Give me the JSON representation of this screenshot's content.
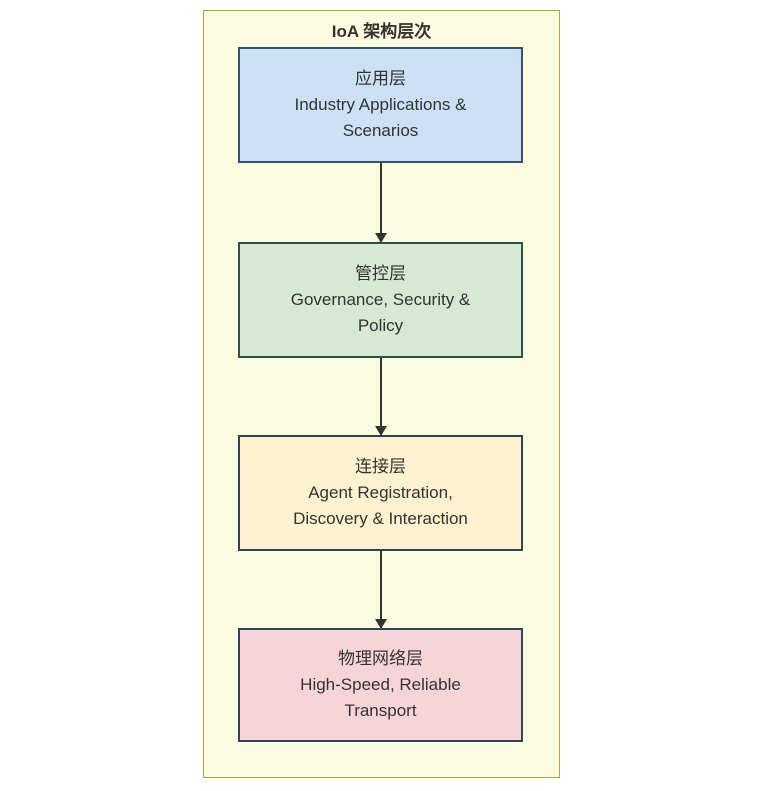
{
  "diagram": {
    "title": "IoA 架构层次",
    "container": {
      "fill": "#fbfbdf",
      "border_color": "#a9a93a"
    },
    "text_color": "#333333",
    "arrow_color": "#333333",
    "layers": [
      {
        "id": "application-layer",
        "lines": [
          "应用层",
          "Industry Applications &",
          "Scenarios"
        ],
        "fill": "#cce0f6",
        "border_color": "#33506e"
      },
      {
        "id": "governance-layer",
        "lines": [
          "管控层",
          "Governance, Security &",
          "Policy"
        ],
        "fill": "#d6e9d5",
        "border_color": "#2e4f4f"
      },
      {
        "id": "connection-layer",
        "lines": [
          "连接层",
          "Agent Registration,",
          "Discovery & Interaction"
        ],
        "fill": "#fdf1cf",
        "border_color": "#2f4158"
      },
      {
        "id": "physical-network-layer",
        "lines": [
          "物理网络层",
          "High-Speed, Reliable",
          "Transport"
        ],
        "fill": "#f7d4da",
        "border_color": "#31425c"
      }
    ]
  }
}
